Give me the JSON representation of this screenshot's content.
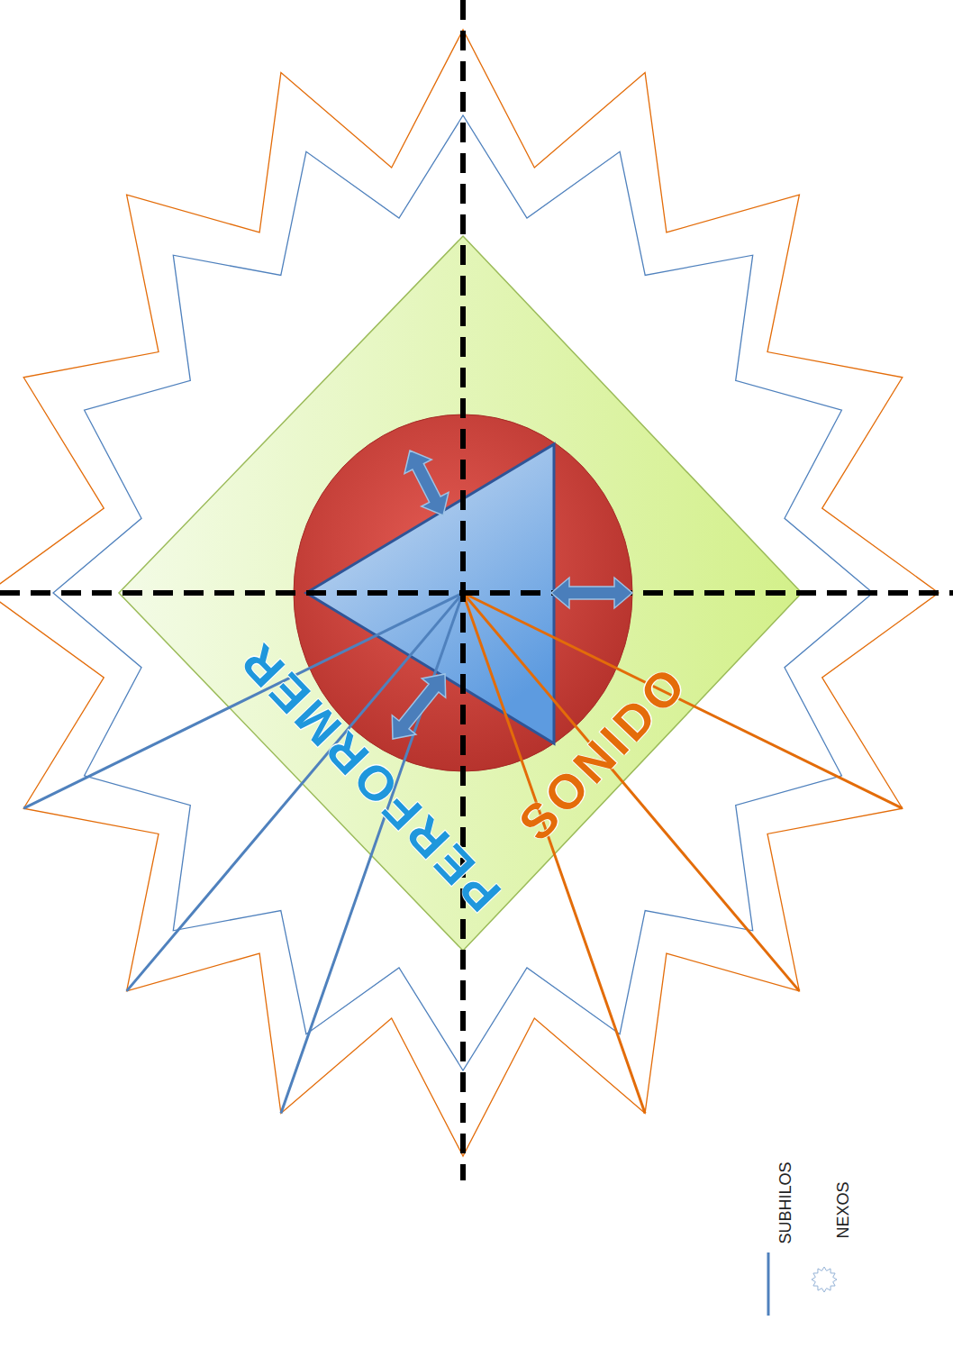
{
  "diagram": {
    "nodes": [
      {
        "text": [
          "PERFORMER",
          "SONIDO"
        ]
      }
    ],
    "legend": [
      {
        "text": "SUBHILOS"
      },
      {
        "text": "NEXOS"
      }
    ]
  }
}
